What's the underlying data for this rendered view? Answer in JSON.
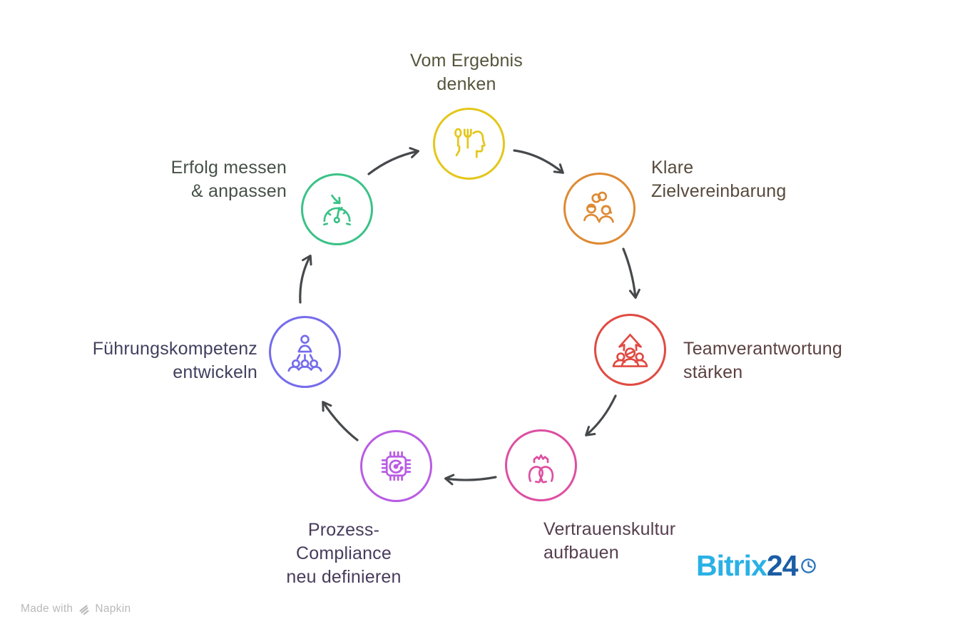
{
  "diagram": {
    "type": "cycle",
    "arrow_color": "#46494c",
    "nodes": [
      {
        "id": "vom-ergebnis-denken",
        "lines": [
          "Vom Ergebnis",
          "denken"
        ],
        "color": "#e3c71b",
        "text_color": "#56553c",
        "icon": "head-utensils-icon"
      },
      {
        "id": "klare-zielvereinbarung",
        "lines": [
          "Klare",
          "Zielvereinbarung"
        ],
        "color": "#de8a33",
        "text_color": "#574a3c",
        "icon": "people-rings-icon"
      },
      {
        "id": "teamverantwortung-staerken",
        "lines": [
          "Teamverantwortung",
          "stärken"
        ],
        "color": "#e04b42",
        "text_color": "#5b4140",
        "icon": "team-up-arrow-icon"
      },
      {
        "id": "vertrauenskultur-aufbauen",
        "lines": [
          "Vertrauenskultur",
          "aufbauen"
        ],
        "color": "#dd4fa2",
        "text_color": "#553e4f",
        "icon": "profiles-crown-icon"
      },
      {
        "id": "prozess-compliance-definieren",
        "lines": [
          "Prozess-",
          "Compliance",
          "neu definieren"
        ],
        "color": "#b95ce4",
        "text_color": "#493b5c",
        "icon": "chip-gauge-icon"
      },
      {
        "id": "fuehrungskompetenz-entwickeln",
        "lines": [
          "Führungskompetenz",
          "entwickeln"
        ],
        "color": "#756ceb",
        "text_color": "#42405f",
        "icon": "leader-team-icon"
      },
      {
        "id": "erfolg-messen-anpassen",
        "lines": [
          "Erfolg messen",
          "& anpassen"
        ],
        "color": "#3bc287",
        "text_color": "#465147",
        "icon": "gauge-arrow-icon"
      }
    ]
  },
  "branding": {
    "text_light": "Bitrix",
    "text_dark": "24",
    "color_light": "#29b1e6",
    "color_dark": "#1a5da5",
    "clock_color": "#2a74ba"
  },
  "watermark": {
    "prefix": "Made with",
    "brand": "Napkin",
    "color": "#b9b9b9"
  }
}
